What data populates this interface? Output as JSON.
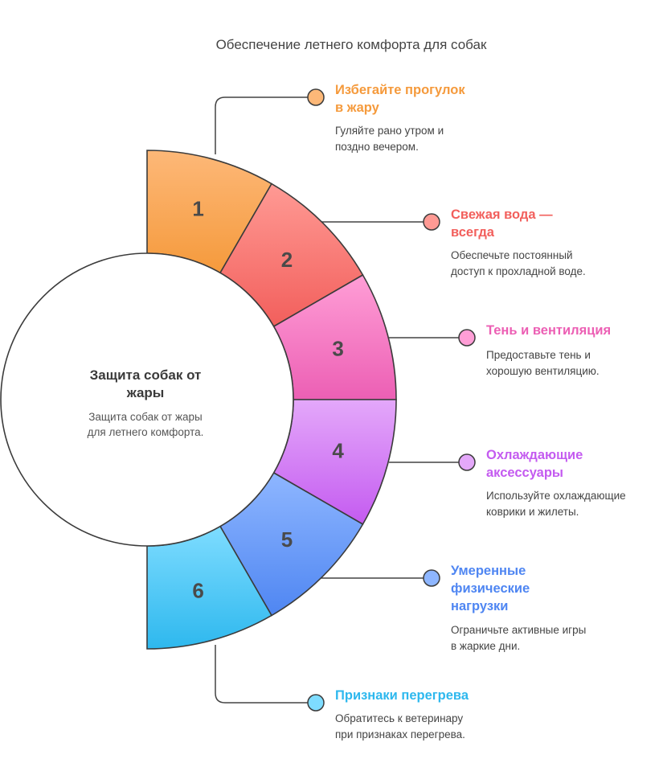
{
  "title": "Обеспечение летнего комфорта для собак",
  "hub": {
    "title_lines": [
      "Защита собак от",
      "жары"
    ],
    "desc_lines": [
      "Защита собак от жары",
      "для летнего комфорта."
    ]
  },
  "items": [
    {
      "number": "1",
      "color": "#F59A3C",
      "color_light": "#FDB878",
      "title_lines": [
        "Избегайте прогулок",
        "в жару"
      ],
      "desc_lines": [
        "Гуляйте рано утром и",
        "поздно вечером."
      ]
    },
    {
      "number": "2",
      "color": "#F25F5C",
      "color_light": "#FF9A94",
      "title_lines": [
        "Свежая вода —",
        "всегда"
      ],
      "desc_lines": [
        "Обеспечьте постоянный",
        "доступ к прохладной воде."
      ]
    },
    {
      "number": "3",
      "color": "#EC5FB4",
      "color_light": "#FF9ED6",
      "title_lines": [
        "Тень и вентиляция"
      ],
      "desc_lines": [
        "Предоставьте тень и",
        "хорошую вентиляцию."
      ]
    },
    {
      "number": "4",
      "color": "#C45BF0",
      "color_light": "#E4A8FA",
      "title_lines": [
        "Охлаждающие",
        "аксессуары"
      ],
      "desc_lines": [
        "Используйте охлаждающие",
        "коврики и жилеты."
      ]
    },
    {
      "number": "5",
      "color": "#4F86F2",
      "color_light": "#8EB6FF",
      "title_lines": [
        "Умеренные",
        "физические",
        "нагрузки"
      ],
      "desc_lines": [
        "Ограничьте активные игры",
        "в жаркие дни."
      ]
    },
    {
      "number": "6",
      "color": "#2EB8EE",
      "color_light": "#7EDCFF",
      "title_lines": [
        "Признаки перегрева"
      ],
      "desc_lines": [
        "Обратитесь к ветеринару",
        "при признаках перегрева."
      ]
    }
  ]
}
